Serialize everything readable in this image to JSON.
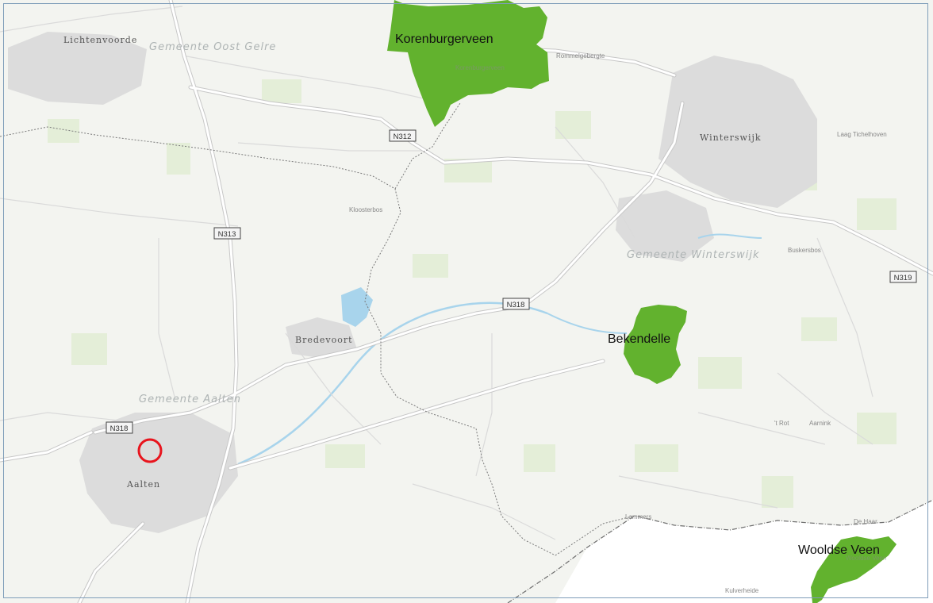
{
  "colors": {
    "background": "#f3f4f0",
    "urban": "#dcdcdc",
    "water": "#a8d4ec",
    "field": "#e2edd6",
    "nature": "#62b22e",
    "road": "#ffffff",
    "road_casing": "#c7c7c7",
    "border": "#7a7a7a",
    "marker": "#e8141d"
  },
  "towns": {
    "lichtenvoorde": "Lichtenvoorde",
    "winterswijk": "Winterswijk",
    "bredevoort": "Bredevoort",
    "aalten": "Aalten"
  },
  "municipalities": {
    "oost_gelre": "Gemeente  Oost Gelre",
    "winterswijk": "Gemeente  Winterswijk",
    "aalten": "Gemeente  Aalten"
  },
  "places": {
    "rommelgebergte": "Rommelgebergte",
    "korenburgerveen_inner": "Korenburgerveen",
    "laag_tichelhoven": "Laag Tichelhoven",
    "kloosterbos": "Kloosterbos",
    "buskersbos": "Buskersbos",
    "t_rot": "'t Rot",
    "aarnink": "Aarnink",
    "lammers": "Lammers",
    "de_haar": "De Haar",
    "kulverheide": "Kulverheide",
    "wooldse_inner": "Wooldse Veen"
  },
  "roads": {
    "n312": "N312",
    "n313": "N313",
    "n318_east": "N318",
    "n318_west": "N318",
    "n319": "N319"
  },
  "nature_areas": {
    "korenburgerveen": "Korenburgerveen",
    "bekendelle": "Bekendelle",
    "wooldse_veen": "Wooldse Veen"
  },
  "marker": {
    "icon": "circle-marker-icon"
  }
}
